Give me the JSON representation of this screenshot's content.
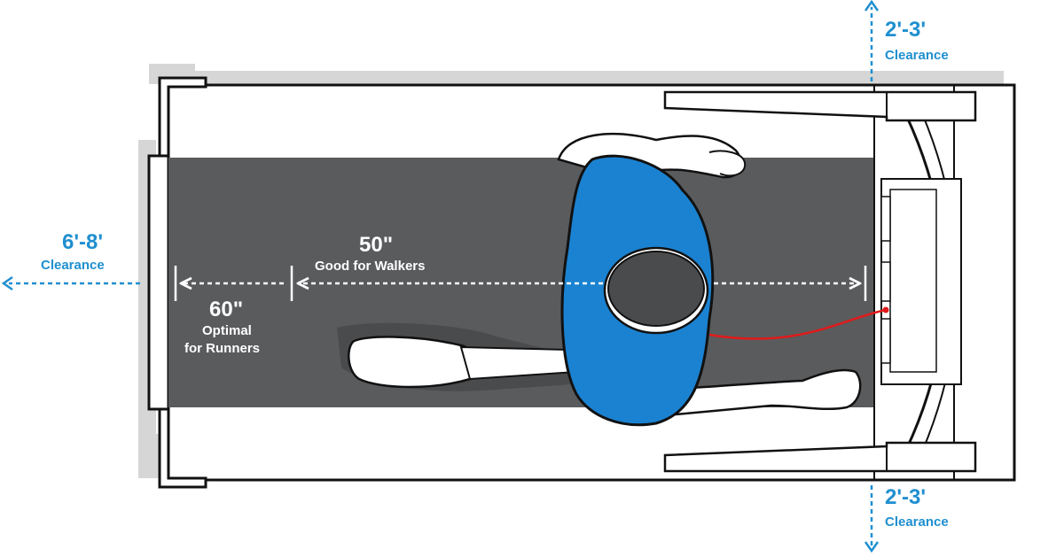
{
  "colors": {
    "accent_blue": "#1f8fd0",
    "belt": "#5a5b5d",
    "shirt": "#1b82d1",
    "cord": "#e01a1a",
    "shadow": "#d6d6d6"
  },
  "icons": [
    "arrow-left-icon",
    "arrow-up-icon",
    "arrow-down-icon"
  ],
  "labels": {
    "rear_clearance_value": "6'-8'",
    "rear_clearance_text": "Clearance",
    "top_clearance_value": "2'-3'",
    "top_clearance_text": "Clearance",
    "bottom_clearance_value": "2'-3'",
    "bottom_clearance_text": "Clearance",
    "walkers_length": "50\"",
    "walkers_text": "Good for Walkers",
    "runners_length": "60\"",
    "runners_line1": "Optimal",
    "runners_line2": "for Runners"
  }
}
